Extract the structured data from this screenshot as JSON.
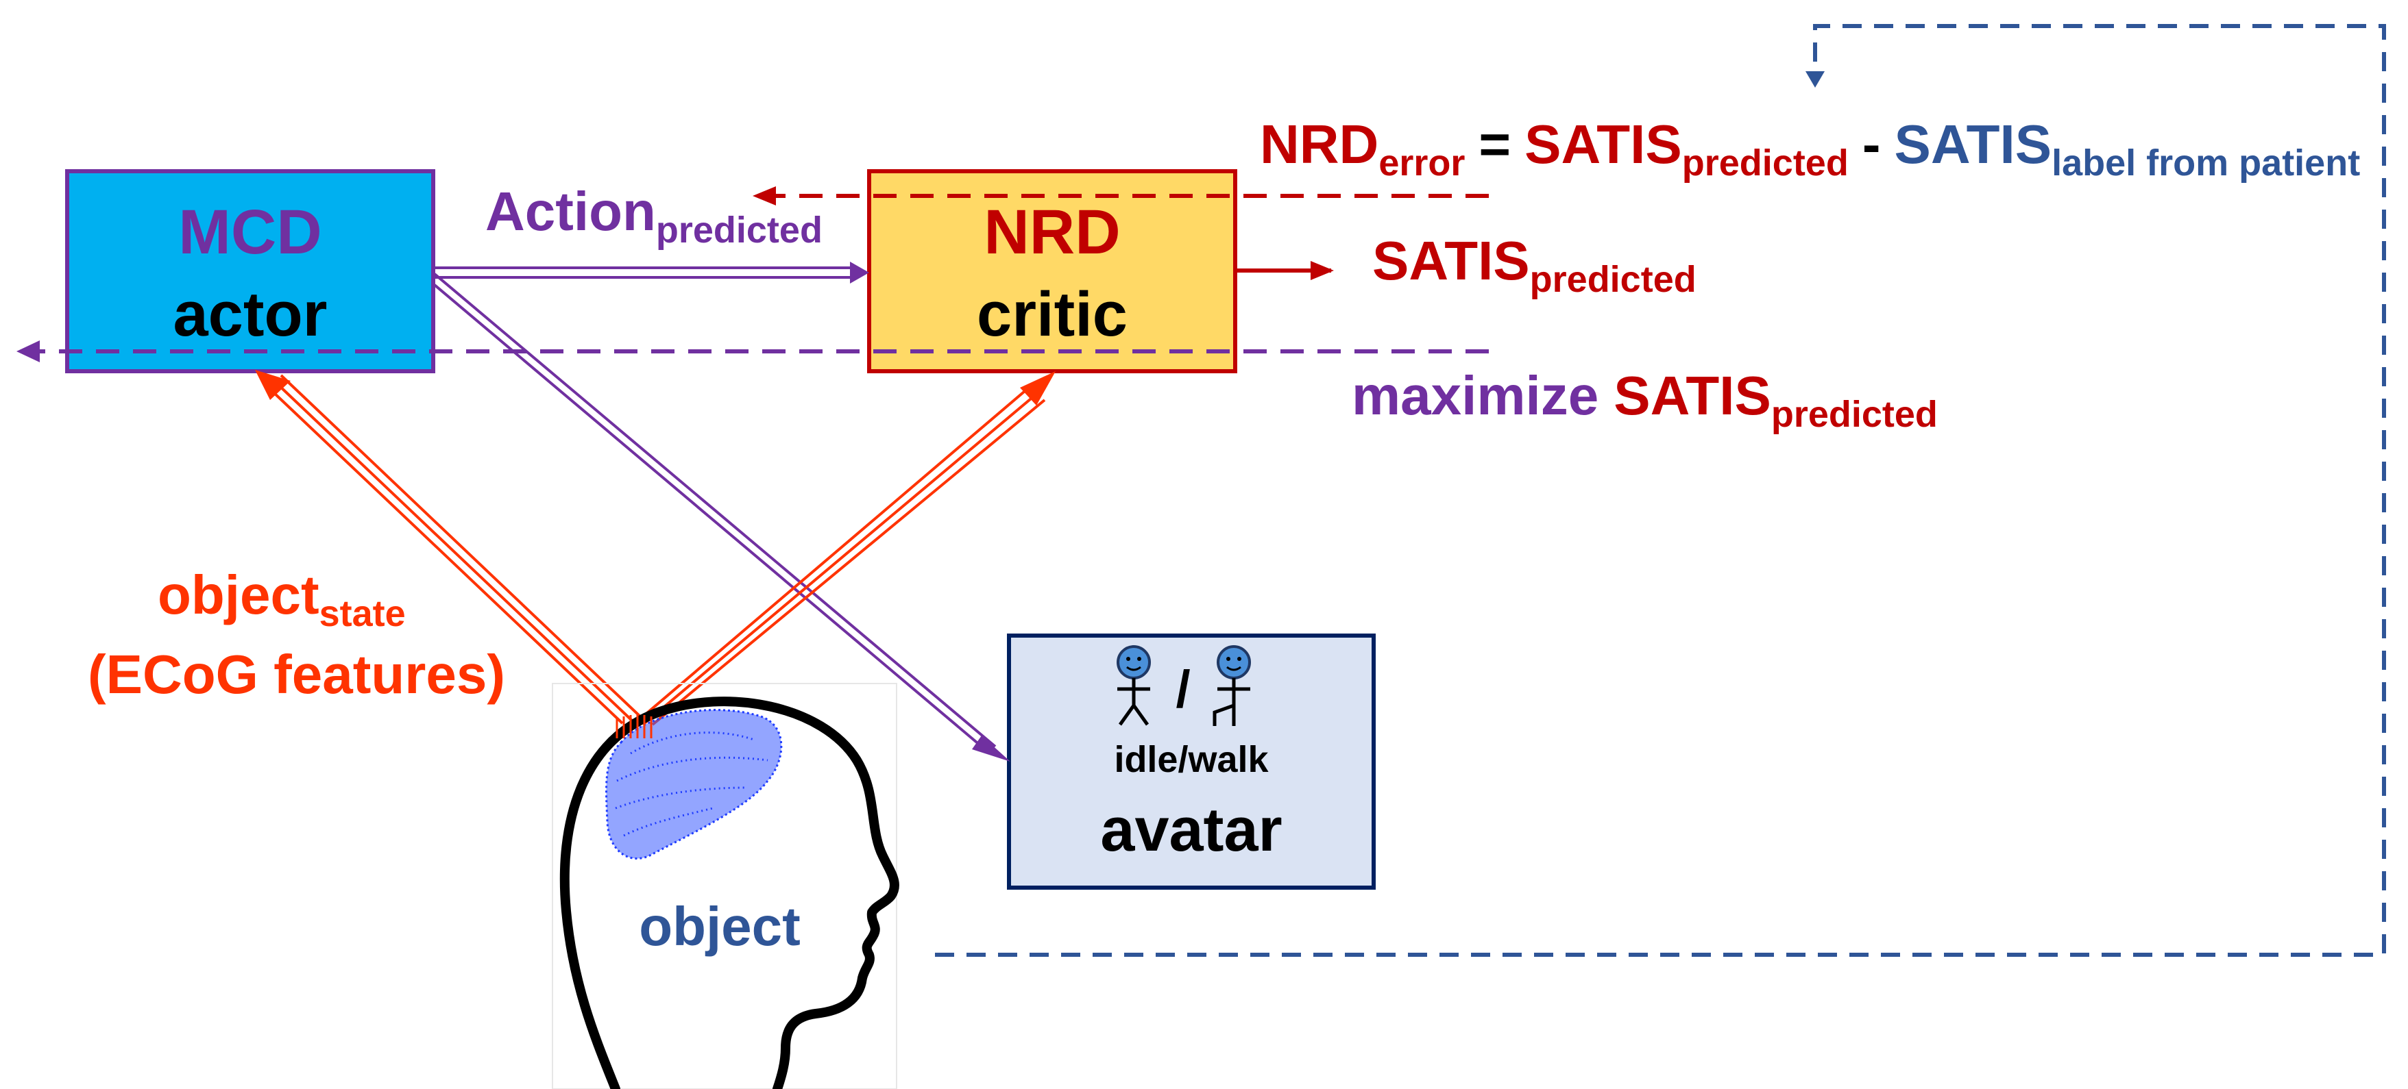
{
  "colors": {
    "purple": "#7030a0",
    "red": "#c00000",
    "orange_red": "#ff3300",
    "blue_label": "#2f5597",
    "actor_fill": "#00b0f0",
    "critic_fill": "#ffd966",
    "avatar_fill": "#dae3f3",
    "brain_blue": "#1f3cff",
    "dark_navy": "#002060",
    "black": "#000000"
  },
  "actor_box": {
    "title": "MCD",
    "subtitle": "actor"
  },
  "critic_box": {
    "title": "NRD",
    "subtitle": "critic"
  },
  "avatar_box": {
    "states": "idle/walk",
    "label": "avatar",
    "separator": "/",
    "icons": [
      "person-idle-icon",
      "person-walk-icon"
    ]
  },
  "action_label": {
    "main": "Action",
    "sub": "predicted"
  },
  "satis_out": {
    "main": "SATIS",
    "sub": "predicted"
  },
  "error_eq": {
    "nrd_main": "NRD",
    "nrd_sub": "error",
    "equals": "=",
    "satis_pred_main": "SATIS",
    "satis_pred_sub": "predicted",
    "minus": "-",
    "satis_label_main": "SATIS",
    "satis_label_sub": "label from patient"
  },
  "maximize": {
    "word": "maximize",
    "main": "SATIS",
    "sub": "predicted"
  },
  "object_state": {
    "main": "object",
    "sub": "state",
    "line2": "(ECoG features)"
  },
  "head_label": "object"
}
